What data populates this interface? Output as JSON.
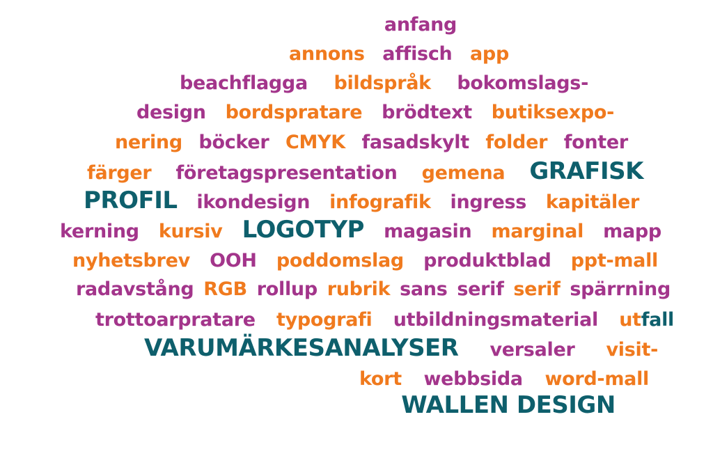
{
  "colors": {
    "p": "#a3358b",
    "o": "#f07a1e",
    "t": "#0e5f6c"
  },
  "lines": [
    [
      {
        "t": "anfang",
        "c": "p"
      }
    ],
    [
      {
        "t": "annons",
        "c": "o"
      },
      {
        "t": "affisch",
        "c": "p"
      },
      {
        "t": "app",
        "c": "o"
      }
    ],
    [
      {
        "t": "beachflagga",
        "c": "p"
      },
      {
        "t": "bildspråk",
        "c": "o"
      },
      {
        "t": "bokomslags-",
        "c": "p"
      }
    ],
    [
      {
        "t": "design",
        "c": "p"
      },
      {
        "t": "bordspratare",
        "c": "o"
      },
      {
        "t": "brödtext",
        "c": "p"
      },
      {
        "t": "butiksexpo-",
        "c": "o"
      }
    ],
    [
      {
        "t": "nering",
        "c": "o"
      },
      {
        "t": "böcker",
        "c": "p"
      },
      {
        "t": "CMYK",
        "c": "o"
      },
      {
        "t": "fasadskylt",
        "c": "p"
      },
      {
        "t": "folder",
        "c": "o"
      },
      {
        "t": "fonter",
        "c": "p"
      }
    ],
    [
      {
        "t": "färger",
        "c": "o"
      },
      {
        "t": "företagspresentation",
        "c": "p"
      },
      {
        "t": "gemena",
        "c": "o"
      },
      {
        "t": "GRAFISK",
        "c": "t",
        "big": true
      }
    ],
    [
      {
        "t": "PROFIL",
        "c": "t",
        "big": true
      },
      {
        "t": "ikondesign",
        "c": "p"
      },
      {
        "t": "infografik",
        "c": "o"
      },
      {
        "t": "ingress",
        "c": "p"
      },
      {
        "t": "kapitäler",
        "c": "o"
      }
    ],
    [
      {
        "t": "kerning",
        "c": "p"
      },
      {
        "t": "kursiv",
        "c": "o"
      },
      {
        "t": "LOGOTYP",
        "c": "t",
        "big": true
      },
      {
        "t": "magasin",
        "c": "p"
      },
      {
        "t": "marginal",
        "c": "o"
      },
      {
        "t": "mapp",
        "c": "p"
      }
    ],
    [
      {
        "t": "nyhetsbrev",
        "c": "o"
      },
      {
        "t": "OOH",
        "c": "p"
      },
      {
        "t": "poddomslag",
        "c": "o"
      },
      {
        "t": "produktblad",
        "c": "p"
      },
      {
        "t": "ppt-mall",
        "c": "o"
      }
    ],
    [
      {
        "t": "radavstång",
        "c": "p"
      },
      {
        "t": "RGB",
        "c": "o"
      },
      {
        "t": "rollup",
        "c": "p"
      },
      {
        "t": "rubrik",
        "c": "o"
      },
      {
        "t": "sans serif",
        "c": "p"
      },
      {
        "t": "serif",
        "c": "o"
      },
      {
        "t": "spärrning",
        "c": "p"
      }
    ],
    [
      {
        "t": "trottoarpratare",
        "c": "p"
      },
      {
        "t": "typografi",
        "c": "o"
      },
      {
        "t": "utbildningsmaterial",
        "c": "p"
      },
      {
        "t": "ut",
        "c": "o",
        "join": true
      },
      {
        "t": "fall",
        "c": "t"
      }
    ],
    [
      {
        "t": "VARUMÄRKESANALYSER",
        "c": "t",
        "big": true
      },
      {
        "t": "versaler",
        "c": "p"
      },
      {
        "t": "visit-",
        "c": "o"
      }
    ],
    [
      {
        "t": "kort",
        "c": "o"
      },
      {
        "t": "webbsida",
        "c": "p"
      },
      {
        "t": "word-mall",
        "c": "o"
      }
    ],
    [
      {
        "t": "WALLEN DESIGN",
        "c": "t",
        "big": true
      }
    ]
  ]
}
